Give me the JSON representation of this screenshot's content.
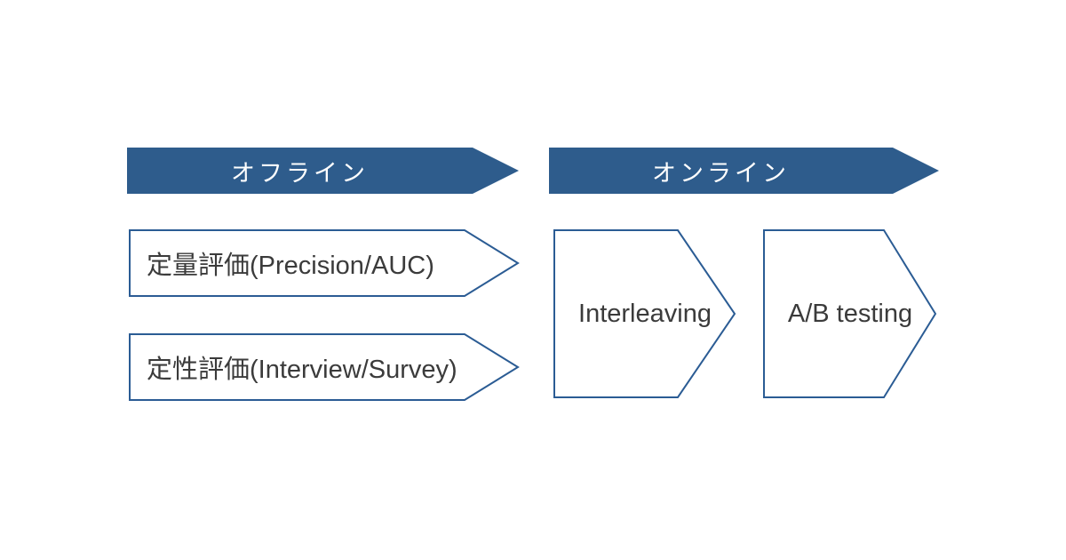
{
  "colors": {
    "banner_fill": "#2E5C8C",
    "shape_border": "#2B5C94",
    "shape_fill": "#ffffff",
    "banner_text": "#ffffff",
    "item_text": "#3b3b3b",
    "background": "#ffffff"
  },
  "banners": [
    {
      "label": "オフライン"
    },
    {
      "label": "オンライン"
    }
  ],
  "offline_items": [
    {
      "label": "定量評価(Precision/AUC)"
    },
    {
      "label": "定性評価(Interview/Survey)"
    }
  ],
  "online_items": [
    {
      "label": "Interleaving"
    },
    {
      "label": "A/B testing"
    }
  ]
}
